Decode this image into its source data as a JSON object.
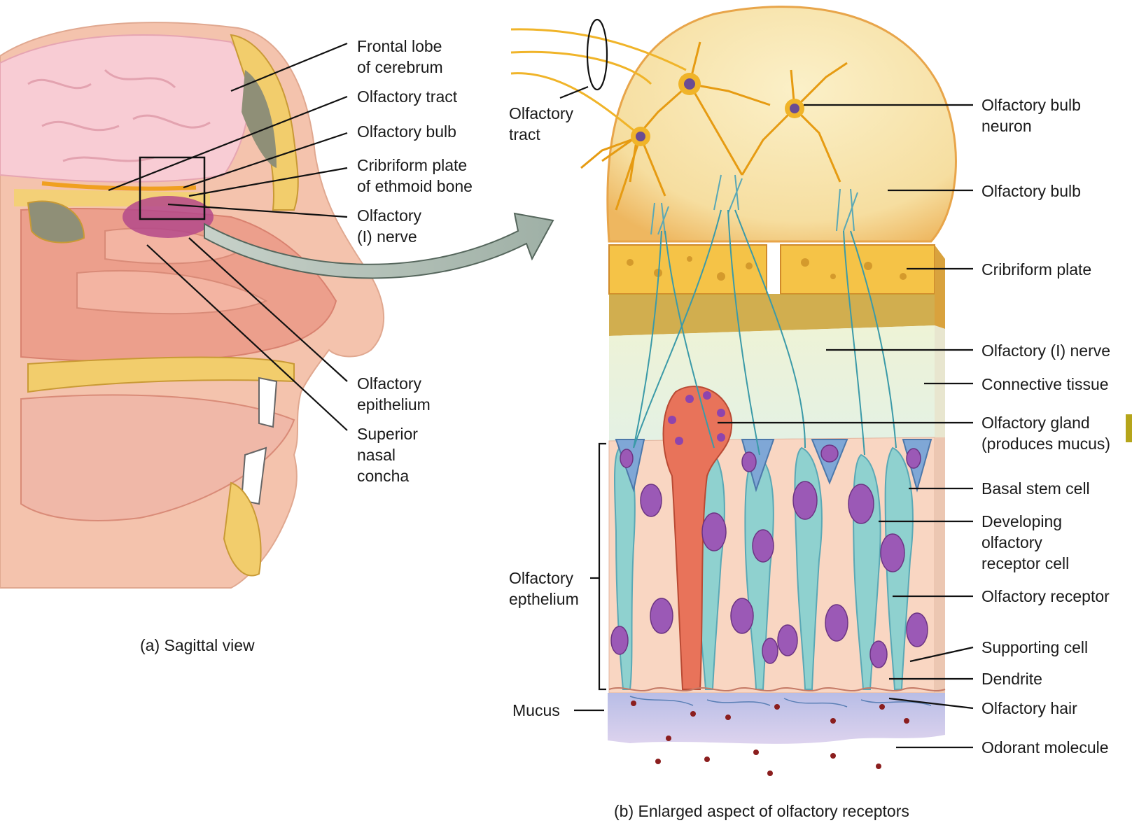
{
  "panel_a": {
    "caption": "(a) Sagittal view",
    "labels": {
      "frontal_lobe": [
        "Frontal lobe",
        "of cerebrum"
      ],
      "olfactory_tract": [
        "Olfactory tract"
      ],
      "olfactory_bulb": [
        "Olfactory bulb"
      ],
      "cribriform_plate": [
        "Cribriform plate",
        "of ethmoid bone"
      ],
      "olfactory_nerve": [
        "Olfactory",
        "(I) nerve"
      ],
      "olfactory_epithelium": [
        "Olfactory",
        "epithelium"
      ],
      "superior_nasal_concha": [
        "Superior",
        "nasal",
        "concha"
      ]
    }
  },
  "panel_b": {
    "caption": "(b) Enlarged aspect of olfactory receptors",
    "left_labels": {
      "olfactory_tract": [
        "Olfactory",
        "tract"
      ],
      "olfactory_epithelium": [
        "Olfactory",
        "epthelium"
      ],
      "mucus": [
        "Mucus"
      ]
    },
    "right_labels": {
      "olfactory_bulb_neuron": [
        "Olfactory bulb",
        "neuron"
      ],
      "olfactory_bulb": [
        "Olfactory bulb"
      ],
      "cribriform_plate": [
        "Cribriform plate"
      ],
      "olfactory_nerve": [
        "Olfactory (I) nerve"
      ],
      "connective_tissue": [
        "Connective tissue"
      ],
      "olfactory_gland": [
        "Olfactory gland",
        "(produces mucus)"
      ],
      "basal_stem_cell": [
        "Basal stem cell"
      ],
      "developing_receptor": [
        "Developing",
        "olfactory",
        "receptor cell"
      ],
      "olfactory_receptor": [
        "Olfactory receptor"
      ],
      "supporting_cell": [
        "Supporting cell"
      ],
      "dendrite": [
        "Dendrite"
      ],
      "olfactory_hair": [
        "Olfactory hair"
      ],
      "odorant_molecule": [
        "Odorant molecule"
      ]
    }
  },
  "colors": {
    "skin": "#f2b9a4",
    "brain": "#f6c7cf",
    "bone": "#f3c95d",
    "bulb": "#f7e3a8",
    "receptor": "#8fd1cf",
    "supporting": "#f9d6c2",
    "nucleus": "#9b59b6",
    "gland": "#e8735a",
    "nerve": "#3b9aa8",
    "neuron": "#f0b429",
    "mucus": "#c9c4e6",
    "arrow": "#a9b7ae",
    "edge_marker": "#b5a51a"
  }
}
